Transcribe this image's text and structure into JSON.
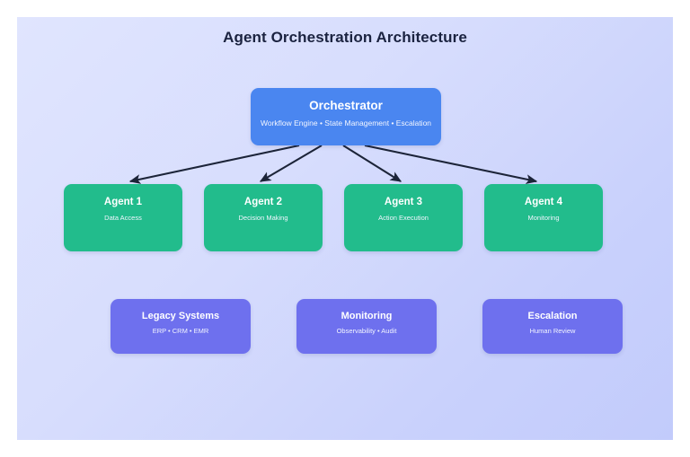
{
  "diagram": {
    "title": "Agent Orchestration Architecture",
    "background_start_color": "#e0e5fe",
    "background_end_color": "#c2cbfb",
    "title_color": "#1b2340"
  },
  "orchestrator": {
    "title": "Orchestrator",
    "subtitle": "Workflow Engine • State Management • Escalation",
    "color": "#4a86f0"
  },
  "agents": {
    "color": "#22bc8c",
    "items": [
      {
        "title": "Agent 1",
        "subtitle": "Data Access"
      },
      {
        "title": "Agent 2",
        "subtitle": "Decision Making"
      },
      {
        "title": "Agent 3",
        "subtitle": "Action Execution"
      },
      {
        "title": "Agent 4",
        "subtitle": "Monitoring"
      }
    ]
  },
  "support": {
    "color": "#6e70ee",
    "items": [
      {
        "title": "Legacy Systems",
        "subtitle": "ERP • CRM • EMR"
      },
      {
        "title": "Monitoring",
        "subtitle": "Observability • Audit"
      },
      {
        "title": "Escalation",
        "subtitle": "Human Review"
      }
    ]
  },
  "connectors": {
    "color": "#1c2438",
    "edges": [
      {
        "from": "orchestrator",
        "to": "agent-1"
      },
      {
        "from": "orchestrator",
        "to": "agent-2"
      },
      {
        "from": "orchestrator",
        "to": "agent-3"
      },
      {
        "from": "orchestrator",
        "to": "agent-4"
      }
    ]
  }
}
